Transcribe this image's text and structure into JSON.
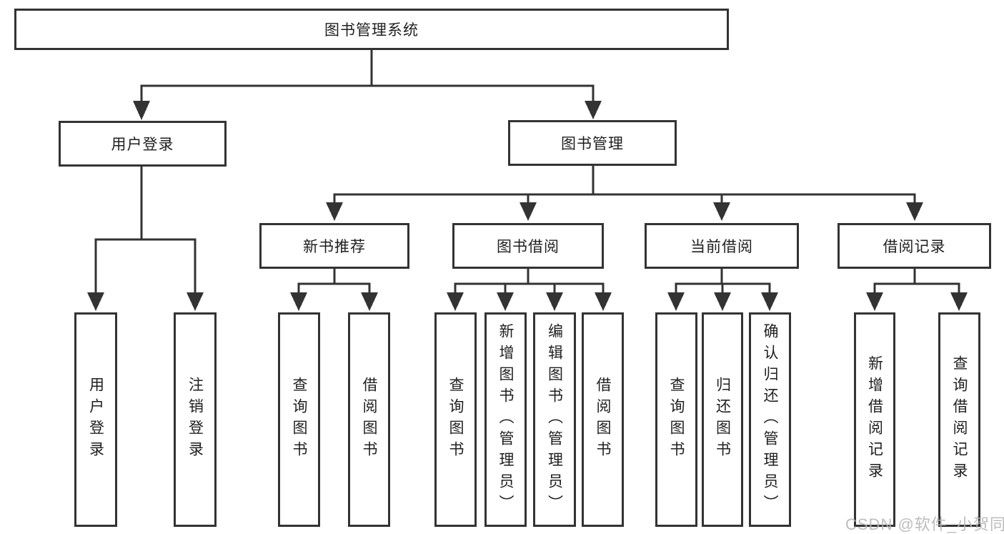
{
  "colors": {
    "line": "#333333",
    "text": "#1f1f1f",
    "watermark": "#b5b5b5",
    "background": "#ffffff"
  },
  "diagram": {
    "root": {
      "label": "图书管理系统"
    },
    "branches": [
      {
        "label": "用户登录",
        "children": [
          {
            "label": "用户登录"
          },
          {
            "label": "注销登录"
          }
        ]
      },
      {
        "label": "图书管理",
        "groups": [
          {
            "label": "新书推荐",
            "children": [
              {
                "label": "查询图书"
              },
              {
                "label": "借阅图书"
              }
            ]
          },
          {
            "label": "图书借阅",
            "children": [
              {
                "label": "查询图书"
              },
              {
                "label": "新增图书（管理员）"
              },
              {
                "label": "编辑图书（管理员）"
              },
              {
                "label": "借阅图书"
              }
            ]
          },
          {
            "label": "当前借阅",
            "children": [
              {
                "label": "查询图书"
              },
              {
                "label": "归还图书"
              },
              {
                "label": "确认归还（管理员）"
              }
            ]
          },
          {
            "label": "借阅记录",
            "children": [
              {
                "label": "新增借阅记录"
              },
              {
                "label": "查询借阅记录"
              }
            ]
          }
        ]
      }
    ]
  },
  "watermark": {
    "text": "CSDN @软件_小贺同学"
  }
}
